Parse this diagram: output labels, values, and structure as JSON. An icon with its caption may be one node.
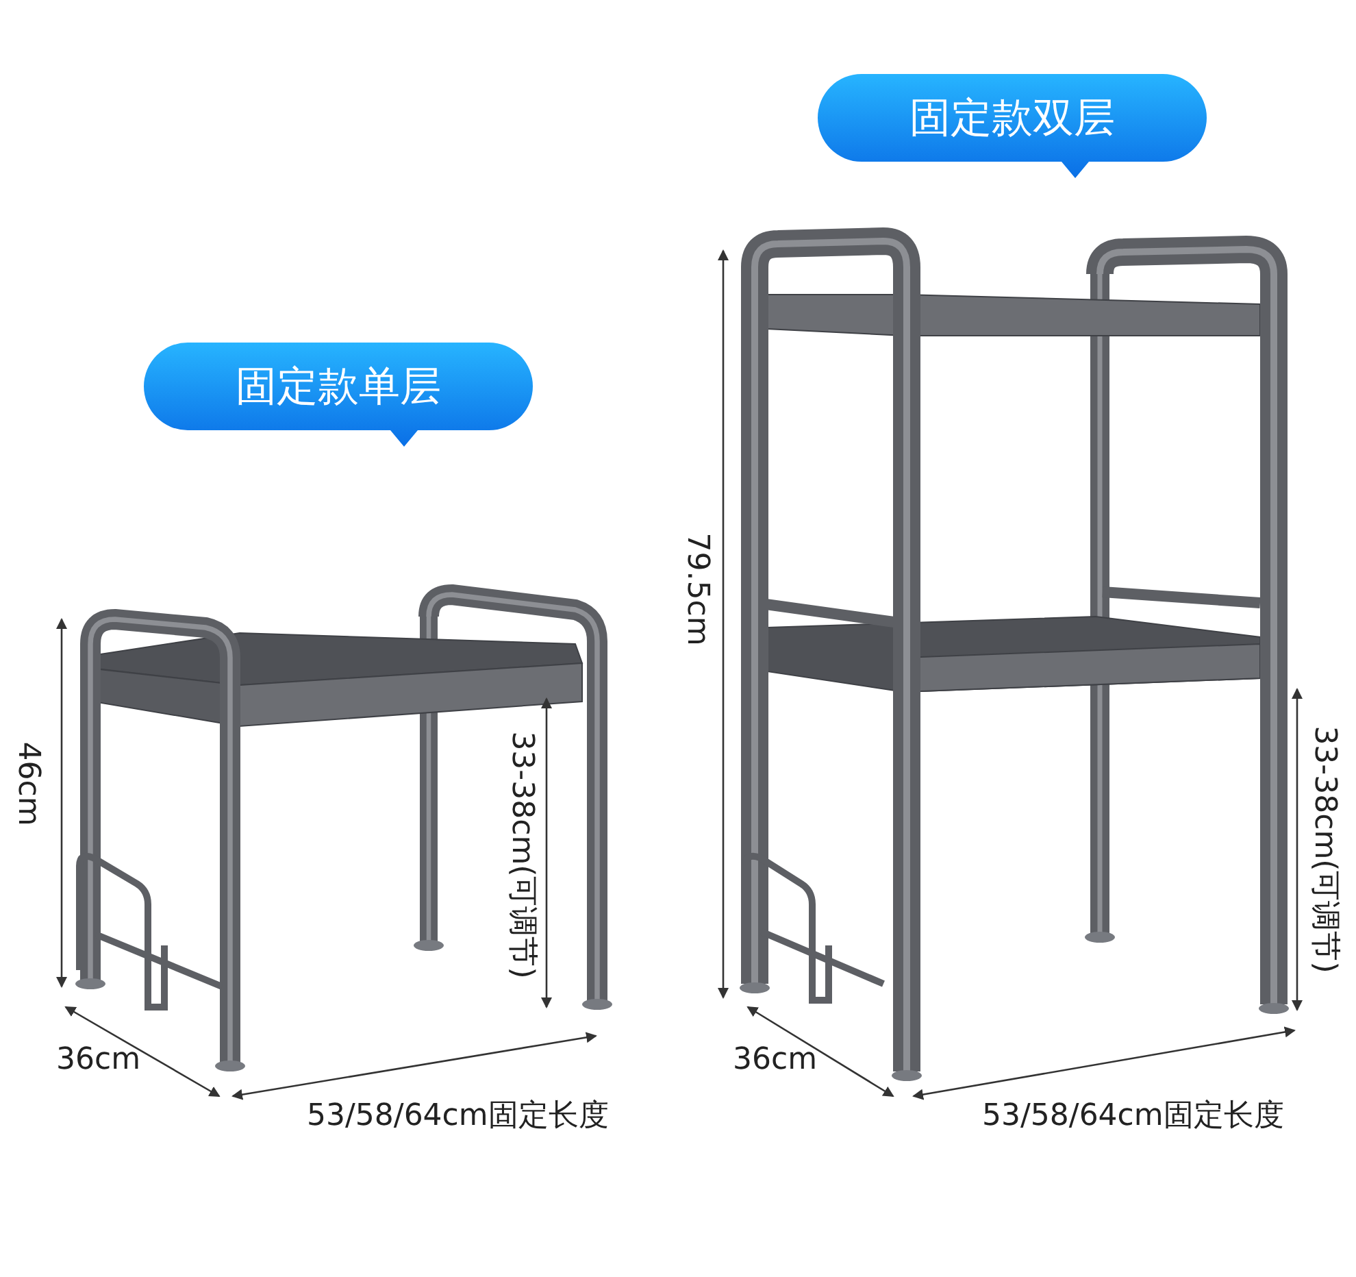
{
  "diagram": {
    "nodes": [
      {
        "text": [
          "固定款单层"
        ]
      },
      {
        "text": [
          "固定款双层"
        ]
      }
    ],
    "labels": [
      "46cm",
      "33-38cm(可调节)",
      "36cm",
      "53/58/64cm固定长度",
      "79.5cm",
      "33-38cm(可调节)",
      "36cm",
      "53/58/64cm固定长度"
    ]
  }
}
